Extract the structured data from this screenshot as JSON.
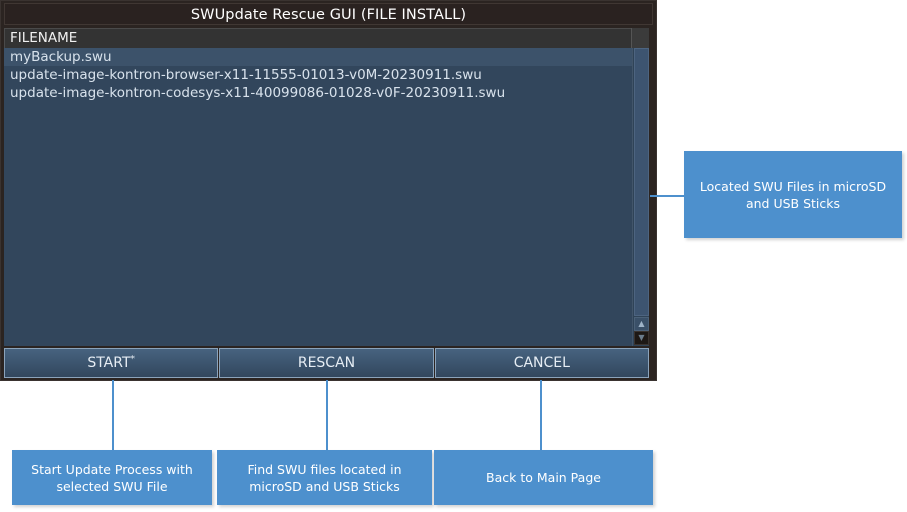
{
  "window": {
    "title": "SWUpdate Rescue GUI (FILE INSTALL)",
    "column_header": "FILENAME",
    "files": [
      {
        "name": "myBackup.swu",
        "selected": true
      },
      {
        "name": "update-image-kontron-browser-x11-11555-01013-v0M-20230911.swu",
        "selected": false
      },
      {
        "name": "update-image-kontron-codesys-x11-40099086-01028-v0F-20230911.swu",
        "selected": false
      }
    ],
    "scrollbar": {
      "up_arrow_glyph": "▲",
      "down_arrow_glyph": "▼"
    },
    "buttons": [
      {
        "label": "START",
        "suffix": "*"
      },
      {
        "label": "RESCAN",
        "suffix": ""
      },
      {
        "label": "CANCEL",
        "suffix": ""
      }
    ]
  },
  "annotations": {
    "located": "Located SWU Files in microSD and USB Sticks",
    "start": "Start Update Process with selected SWU File",
    "rescan": "Find SWU files located in microSD and USB Sticks",
    "cancel": "Back to Main Page"
  },
  "colors": {
    "accent": "#4d90cd",
    "window_bg": "#2b2421",
    "list_bg": "#32465c",
    "selection": "#3c526a",
    "button_border": "#8ba3bb"
  }
}
